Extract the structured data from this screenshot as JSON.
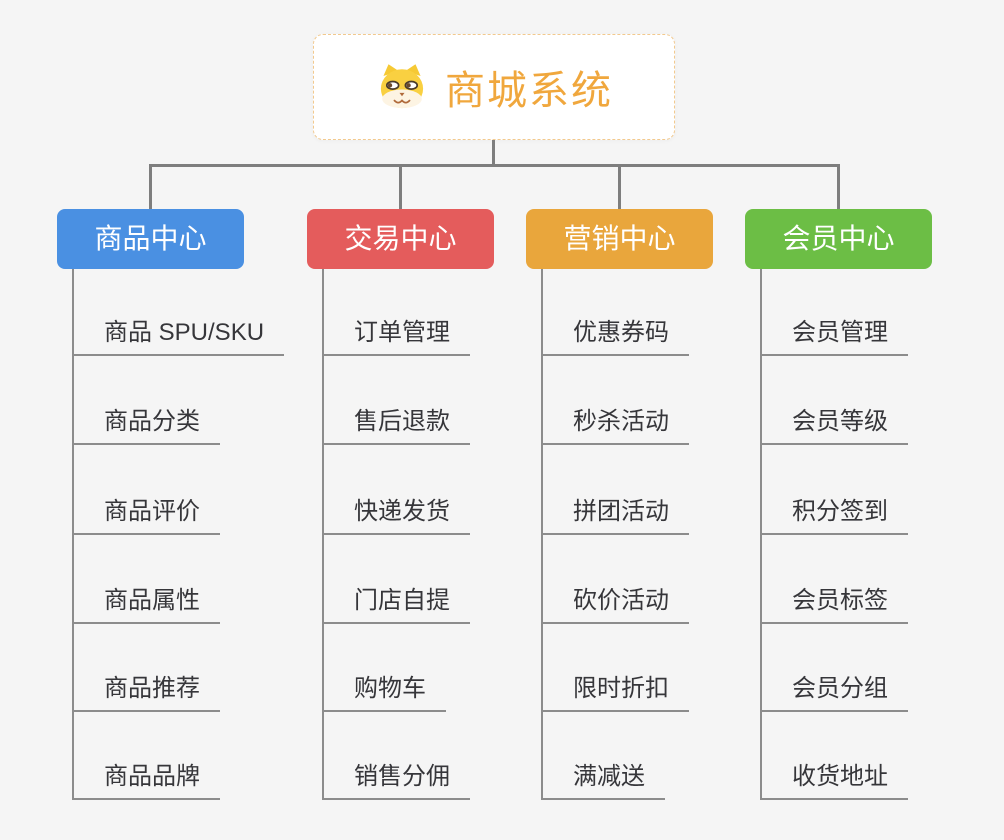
{
  "background_color": "#F5F5F5",
  "connector_color": "#7E7E7E",
  "child_line_color": "#8C8C8C",
  "child_text_color": "#36363A",
  "root": {
    "label": "商城系统",
    "icon": "dog-face-icon",
    "text_color": "#F0A73D",
    "border_color": "#F2C98E",
    "background": "#FFFFFF"
  },
  "branches": [
    {
      "label": "商品中心",
      "color": "#4A90E2",
      "children": [
        "商品 SPU/SKU",
        "商品分类",
        "商品评价",
        "商品属性",
        "商品推荐",
        "商品品牌"
      ]
    },
    {
      "label": "交易中心",
      "color": "#E45C5C",
      "children": [
        "订单管理",
        "售后退款",
        "快递发货",
        "门店自提",
        "购物车",
        "销售分佣"
      ]
    },
    {
      "label": "营销中心",
      "color": "#E9A63C",
      "children": [
        "优惠券码",
        "秒杀活动",
        "拼团活动",
        "砍价活动",
        "限时折扣",
        "满减送"
      ]
    },
    {
      "label": "会员中心",
      "color": "#6CBE45",
      "children": [
        "会员管理",
        "会员等级",
        "积分签到",
        "会员标签",
        "会员分组",
        "收货地址"
      ]
    }
  ]
}
